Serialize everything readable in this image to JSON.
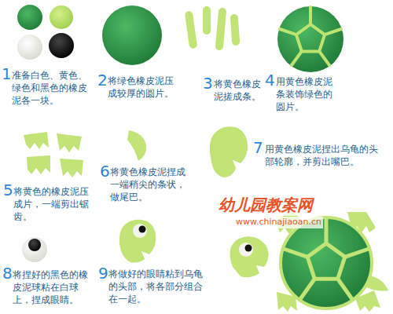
{
  "diagram": {
    "labels": [
      "1",
      "准备白色、黄色、绿色和黑色的橡皮泥各一块。",
      "2",
      "将绿色橡皮泥压成较厚的圆片。",
      "3",
      "将黄色橡皮泥搓成条。",
      "4",
      "用黄色橡皮泥条装饰绿色的圆片。",
      "5",
      "将黄色的橡皮泥压成片，一端剪出锯齿。",
      "6",
      "将黄色橡皮泥捏成一端稍尖的条状，做尾巴。",
      "7",
      "用黄色橡皮泥捏出乌龟的头部轮廓，并剪出嘴巴。",
      "幼儿园教案网",
      "www.chinajiaoan.cn",
      "8",
      "将捏好的黑色的橡皮泥球粘在白球上，捏成眼睛。",
      "9",
      "将做好的眼睛粘到乌龟的头部，将各部分组合在一起。"
    ]
  }
}
